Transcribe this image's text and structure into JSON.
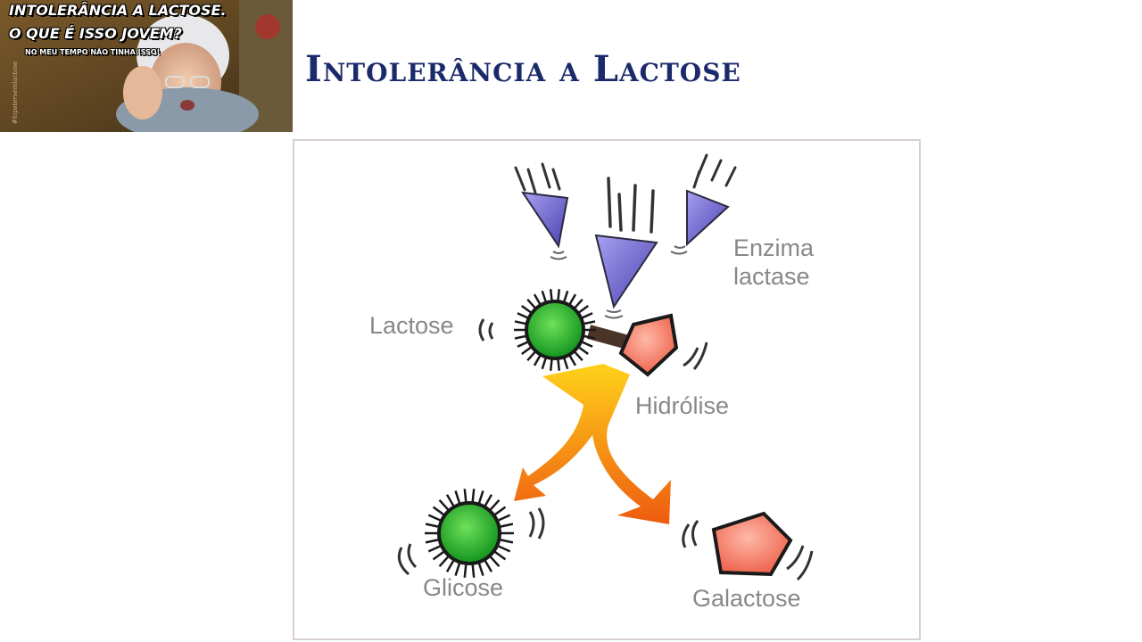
{
  "page": {
    "title": "Intolerância a Lactose"
  },
  "meme": {
    "line1": "INTOLERÂNCIA A LACTOSE.",
    "line2": "O QUE É ISSO JOVEM?",
    "line3": "NO MEU TEMPO NÃO TINHA ISSO!",
    "watermark": "#hipstersemlactose"
  },
  "diagram": {
    "labels": {
      "enzima_line1": "Enzima",
      "enzima_line2": "lactase",
      "lactose": "Lactose",
      "hidrolise": "Hidrólise",
      "glicose": "Glicose",
      "galactose": "Galactose"
    },
    "colors": {
      "glucose": "#1fae2a",
      "galactose": "#f07060",
      "enzyme": "#6b62cc",
      "arrow_top": "#ffd21a",
      "arrow_bottom": "#ee5a10",
      "label": "#888888",
      "title": "#1b2a6b"
    }
  }
}
